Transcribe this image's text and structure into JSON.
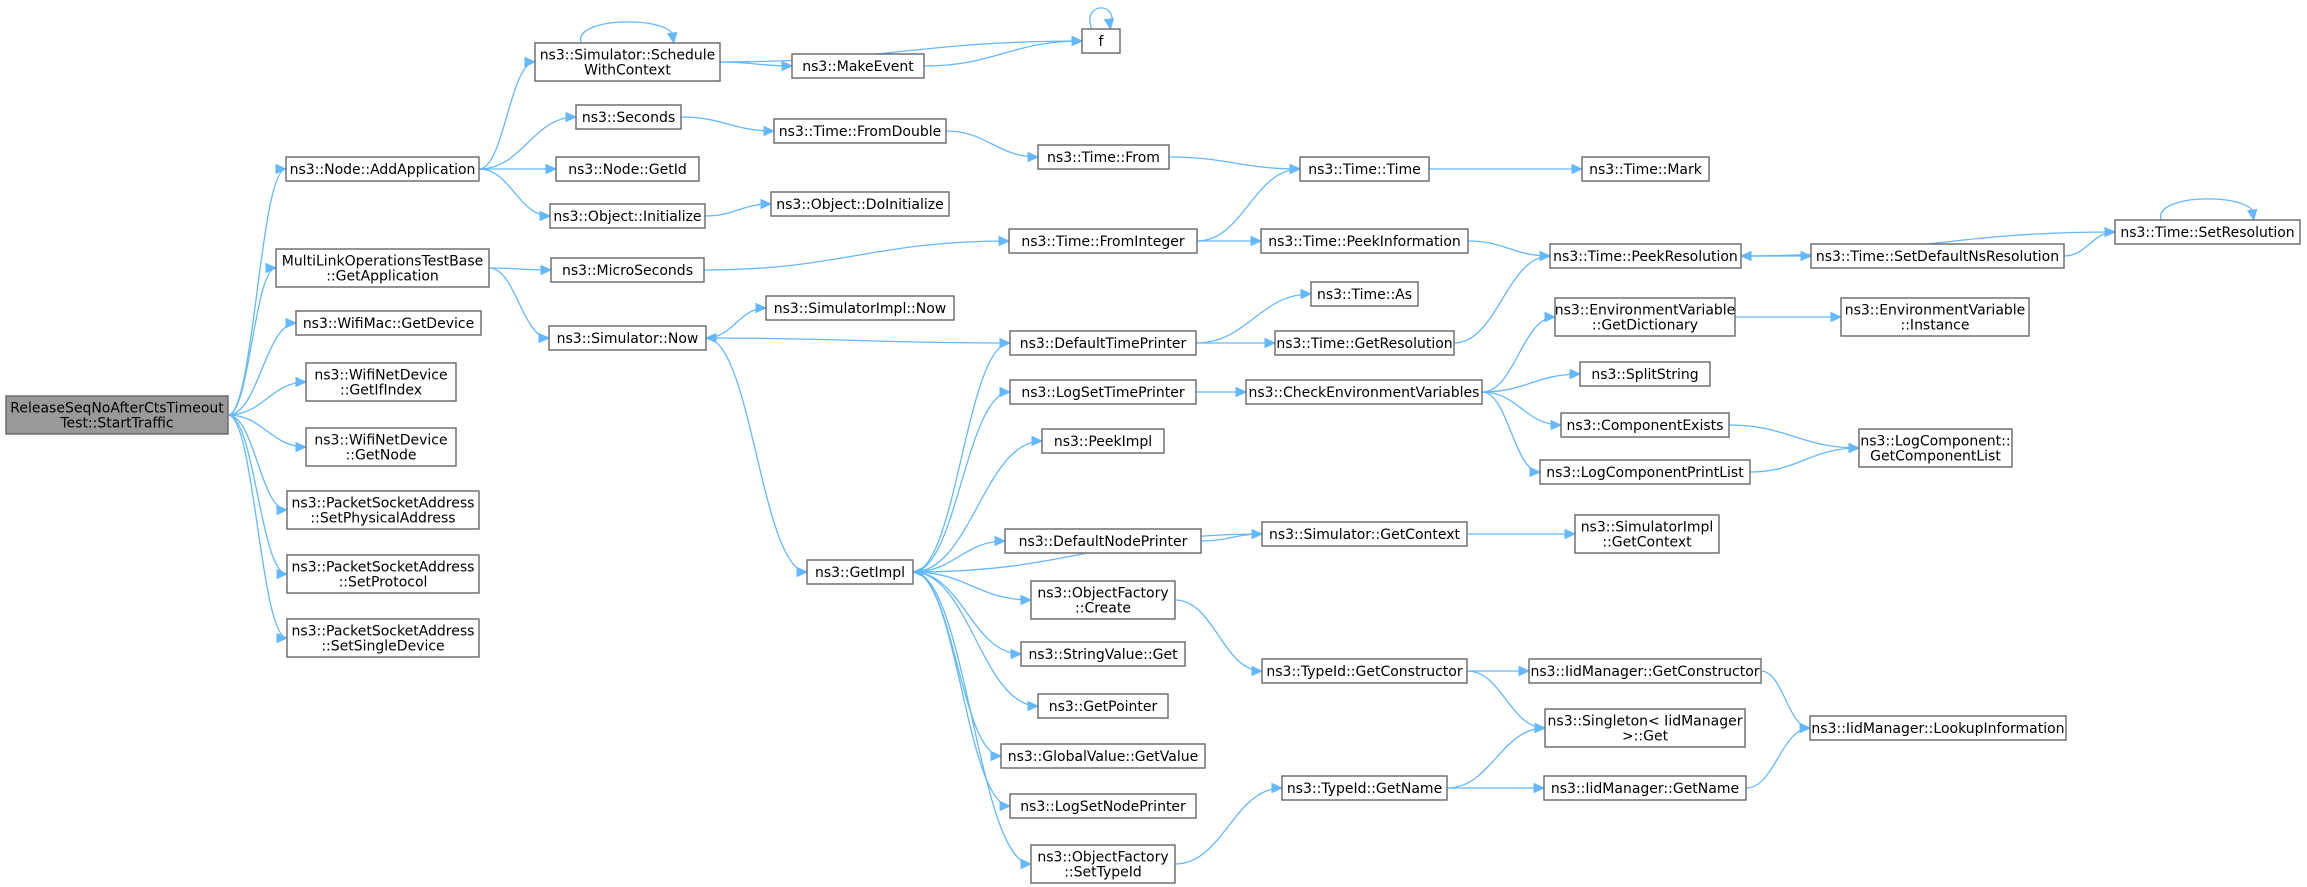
{
  "graph": {
    "title": "",
    "nodes": [
      {
        "id": "root",
        "lines": [
          "ReleaseSeqNoAfterCtsTimeout",
          "Test::StartTraffic"
        ],
        "root": true
      },
      {
        "id": "addApp",
        "lines": [
          "ns3::Node::AddApplication"
        ]
      },
      {
        "id": "getApp",
        "lines": [
          "MultiLinkOperationsTestBase",
          "::GetApplication"
        ]
      },
      {
        "id": "wifiMacGetDevice",
        "lines": [
          "ns3::WifiMac::GetDevice"
        ]
      },
      {
        "id": "getIfIndex",
        "lines": [
          "ns3::WifiNetDevice",
          "::GetIfIndex"
        ]
      },
      {
        "id": "getNode",
        "lines": [
          "ns3::WifiNetDevice",
          "::GetNode"
        ]
      },
      {
        "id": "setPhys",
        "lines": [
          "ns3::PacketSocketAddress",
          "::SetPhysicalAddress"
        ]
      },
      {
        "id": "setProto",
        "lines": [
          "ns3::PacketSocketAddress",
          "::SetProtocol"
        ]
      },
      {
        "id": "setSingle",
        "lines": [
          "ns3::PacketSocketAddress",
          "::SetSingleDevice"
        ]
      },
      {
        "id": "schedCtx",
        "lines": [
          "ns3::Simulator::Schedule",
          "WithContext"
        ]
      },
      {
        "id": "seconds",
        "lines": [
          "ns3::Seconds"
        ]
      },
      {
        "id": "nodeGetId",
        "lines": [
          "ns3::Node::GetId"
        ]
      },
      {
        "id": "objInit",
        "lines": [
          "ns3::Object::Initialize"
        ]
      },
      {
        "id": "micro",
        "lines": [
          "ns3::MicroSeconds"
        ]
      },
      {
        "id": "simNow",
        "lines": [
          "ns3::Simulator::Now"
        ]
      },
      {
        "id": "makeEvent",
        "lines": [
          "ns3::MakeEvent"
        ]
      },
      {
        "id": "f",
        "lines": [
          "f"
        ]
      },
      {
        "id": "fromDouble",
        "lines": [
          "ns3::Time::FromDouble"
        ]
      },
      {
        "id": "doInit",
        "lines": [
          "ns3::Object::DoInitialize"
        ]
      },
      {
        "id": "implNow",
        "lines": [
          "ns3::SimulatorImpl::Now"
        ]
      },
      {
        "id": "getImpl",
        "lines": [
          "ns3::GetImpl"
        ]
      },
      {
        "id": "timeFrom",
        "lines": [
          "ns3::Time::From"
        ]
      },
      {
        "id": "fromInt",
        "lines": [
          "ns3::Time::FromInteger"
        ]
      },
      {
        "id": "defTimePrinter",
        "lines": [
          "ns3::DefaultTimePrinter"
        ]
      },
      {
        "id": "logSetTime",
        "lines": [
          "ns3::LogSetTimePrinter"
        ]
      },
      {
        "id": "peekImpl",
        "lines": [
          "ns3::PeekImpl"
        ]
      },
      {
        "id": "defNodePrinter",
        "lines": [
          "ns3::DefaultNodePrinter"
        ]
      },
      {
        "id": "ofCreate",
        "lines": [
          "ns3::ObjectFactory",
          "::Create"
        ]
      },
      {
        "id": "svGet",
        "lines": [
          "ns3::StringValue::Get"
        ]
      },
      {
        "id": "getPointer",
        "lines": [
          "ns3::GetPointer"
        ]
      },
      {
        "id": "gvGetValue",
        "lines": [
          "ns3::GlobalValue::GetValue"
        ]
      },
      {
        "id": "logSetNode",
        "lines": [
          "ns3::LogSetNodePrinter"
        ]
      },
      {
        "id": "ofSetTypeId",
        "lines": [
          "ns3::ObjectFactory",
          "::SetTypeId"
        ]
      },
      {
        "id": "timeTime",
        "lines": [
          "ns3::Time::Time"
        ]
      },
      {
        "id": "peekInfo",
        "lines": [
          "ns3::Time::PeekInformation"
        ]
      },
      {
        "id": "timeAs",
        "lines": [
          "ns3::Time::As"
        ]
      },
      {
        "id": "getRes",
        "lines": [
          "ns3::Time::GetResolution"
        ]
      },
      {
        "id": "checkEnv",
        "lines": [
          "ns3::CheckEnvironmentVariables"
        ]
      },
      {
        "id": "simGetCtx",
        "lines": [
          "ns3::Simulator::GetContext"
        ]
      },
      {
        "id": "tidGetCtor",
        "lines": [
          "ns3::TypeId::GetConstructor"
        ]
      },
      {
        "id": "tidGetName",
        "lines": [
          "ns3::TypeId::GetName"
        ]
      },
      {
        "id": "timeMark",
        "lines": [
          "ns3::Time::Mark"
        ]
      },
      {
        "id": "peekRes",
        "lines": [
          "ns3::Time::PeekResolution"
        ]
      },
      {
        "id": "envGetDict",
        "lines": [
          "ns3::EnvironmentVariable",
          "::GetDictionary"
        ]
      },
      {
        "id": "splitString",
        "lines": [
          "ns3::SplitString"
        ]
      },
      {
        "id": "compExists",
        "lines": [
          "ns3::ComponentExists"
        ]
      },
      {
        "id": "logCompPrint",
        "lines": [
          "ns3::LogComponentPrintList"
        ]
      },
      {
        "id": "implGetCtx",
        "lines": [
          "ns3::SimulatorImpl",
          "::GetContext"
        ]
      },
      {
        "id": "iidGetCtor",
        "lines": [
          "ns3::IidManager::GetConstructor"
        ]
      },
      {
        "id": "singletonGet",
        "lines": [
          "ns3::Singleton< IidManager",
          ">::Get"
        ]
      },
      {
        "id": "iidGetName",
        "lines": [
          "ns3::IidManager::GetName"
        ]
      },
      {
        "id": "setDefNsRes",
        "lines": [
          "ns3::Time::SetDefaultNsResolution"
        ]
      },
      {
        "id": "envInstance",
        "lines": [
          "ns3::EnvironmentVariable",
          "::Instance"
        ]
      },
      {
        "id": "logCompGetList",
        "lines": [
          "ns3::LogComponent::",
          "GetComponentList"
        ]
      },
      {
        "id": "iidLookup",
        "lines": [
          "ns3::IidManager::LookupInformation"
        ]
      },
      {
        "id": "setRes",
        "lines": [
          "ns3::Time::SetResolution"
        ]
      }
    ],
    "edges": [
      [
        "root",
        "addApp"
      ],
      [
        "root",
        "getApp"
      ],
      [
        "root",
        "wifiMacGetDevice"
      ],
      [
        "root",
        "getIfIndex"
      ],
      [
        "root",
        "getNode"
      ],
      [
        "root",
        "setPhys"
      ],
      [
        "root",
        "setProto"
      ],
      [
        "root",
        "setSingle"
      ],
      [
        "addApp",
        "schedCtx"
      ],
      [
        "addApp",
        "seconds"
      ],
      [
        "addApp",
        "nodeGetId"
      ],
      [
        "addApp",
        "objInit"
      ],
      [
        "schedCtx",
        "schedCtx"
      ],
      [
        "schedCtx",
        "makeEvent"
      ],
      [
        "schedCtx",
        "f"
      ],
      [
        "makeEvent",
        "f"
      ],
      [
        "f",
        "f"
      ],
      [
        "seconds",
        "fromDouble"
      ],
      [
        "fromDouble",
        "timeFrom"
      ],
      [
        "timeFrom",
        "timeTime"
      ],
      [
        "timeTime",
        "timeMark"
      ],
      [
        "objInit",
        "doInit"
      ],
      [
        "getApp",
        "micro"
      ],
      [
        "getApp",
        "simNow"
      ],
      [
        "micro",
        "fromInt"
      ],
      [
        "fromInt",
        "timeTime"
      ],
      [
        "fromInt",
        "peekInfo"
      ],
      [
        "peekInfo",
        "peekRes"
      ],
      [
        "peekRes",
        "setDefNsRes"
      ],
      [
        "setDefNsRes",
        "setRes"
      ],
      [
        "setRes",
        "setRes"
      ],
      [
        "setRes",
        "peekRes"
      ],
      [
        "simNow",
        "implNow"
      ],
      [
        "simNow",
        "getImpl"
      ],
      [
        "getImpl",
        "defTimePrinter"
      ],
      [
        "getImpl",
        "logSetTime"
      ],
      [
        "getImpl",
        "peekImpl"
      ],
      [
        "getImpl",
        "defNodePrinter"
      ],
      [
        "getImpl",
        "ofCreate"
      ],
      [
        "getImpl",
        "svGet"
      ],
      [
        "getImpl",
        "getPointer"
      ],
      [
        "getImpl",
        "gvGetValue"
      ],
      [
        "getImpl",
        "logSetNode"
      ],
      [
        "getImpl",
        "ofSetTypeId"
      ],
      [
        "defTimePrinter",
        "simNow"
      ],
      [
        "defTimePrinter",
        "timeAs"
      ],
      [
        "defTimePrinter",
        "getRes"
      ],
      [
        "getRes",
        "peekRes"
      ],
      [
        "logSetTime",
        "checkEnv"
      ],
      [
        "checkEnv",
        "envGetDict"
      ],
      [
        "checkEnv",
        "splitString"
      ],
      [
        "checkEnv",
        "compExists"
      ],
      [
        "checkEnv",
        "logCompPrint"
      ],
      [
        "envGetDict",
        "envInstance"
      ],
      [
        "compExists",
        "logCompGetList"
      ],
      [
        "logCompPrint",
        "logCompGetList"
      ],
      [
        "defNodePrinter",
        "simGetCtx"
      ],
      [
        "simGetCtx",
        "getImpl"
      ],
      [
        "simGetCtx",
        "implGetCtx"
      ],
      [
        "ofCreate",
        "tidGetCtor"
      ],
      [
        "tidGetCtor",
        "iidGetCtor"
      ],
      [
        "tidGetCtor",
        "singletonGet"
      ],
      [
        "iidGetCtor",
        "iidLookup"
      ],
      [
        "ofSetTypeId",
        "tidGetName"
      ],
      [
        "tidGetName",
        "singletonGet"
      ],
      [
        "tidGetName",
        "iidGetName"
      ],
      [
        "iidGetName",
        "iidLookup"
      ]
    ]
  }
}
